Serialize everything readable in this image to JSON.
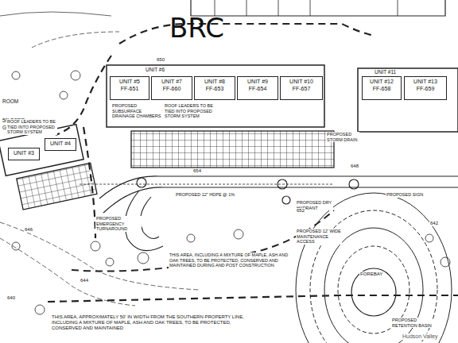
{
  "diagram": {
    "nodes": [
      {
        "text": [
          "UNIT #5",
          "FF-651"
        ]
      },
      {
        "text": [
          "UNIT #7",
          "FF-660"
        ]
      },
      {
        "text": [
          "UNIT #8",
          "FF-653"
        ]
      },
      {
        "text": [
          "UNIT #9",
          "FF-654"
        ]
      },
      {
        "text": [
          "UNIT #10",
          "FF-657"
        ]
      },
      {
        "text": [
          "UNIT #12",
          "FF-658"
        ]
      },
      {
        "text": [
          "UNIT #13",
          "FF-659"
        ]
      },
      {
        "text": [
          "UNIT #3"
        ]
      },
      {
        "text": [
          "UNIT #4"
        ]
      }
    ],
    "labels": [
      "BRC",
      "ROOM",
      "50' DEEP",
      "GARAGE",
      "UNIT #6",
      "UNIT #11",
      "ROOF LEADERS TO BE TIED INTO PROPOSED STORM SYSTEM",
      "PROPOSED SUBSURFACE DRAINAGE CHAMBERS",
      "ROOF LEADERS TO BE TIED INTO PROPOSED STORM SYSTEM",
      "PROPOSED STORM DRAIN",
      "PROPOSED 12\" HDPE @ 1%",
      "PROPOSED DRY HYDRANT",
      "PROPOSED EMERGENCY TURNAROUND",
      "THIS AREA, INCLUDING A MIXTURE OF MAPLE, ASH AND OAK TREES, TO BE PROTECTED, CONSERVED AND MAINTAINED DURING AND POST CONSTRUCTION",
      "THIS AREA, APPROXIMATELY 50' IN WIDTH FROM THE SOUTHERN PROPERTY LINE, INCLUDING A MIXTURE OF MAPLE, ASH AND OAK TREES, TO BE PROTECTED, CONSERVED AND MAINTAINED",
      "FOREBAY",
      "PROPOSED 12' WIDE MAINTENANCE ACCESS",
      "PROPOSED RETENTION BASIN",
      "PROPOSED SIGN",
      "650",
      "652",
      "648",
      "646",
      "644",
      "642",
      "640",
      "654",
      "Hudson Valley"
    ]
  }
}
